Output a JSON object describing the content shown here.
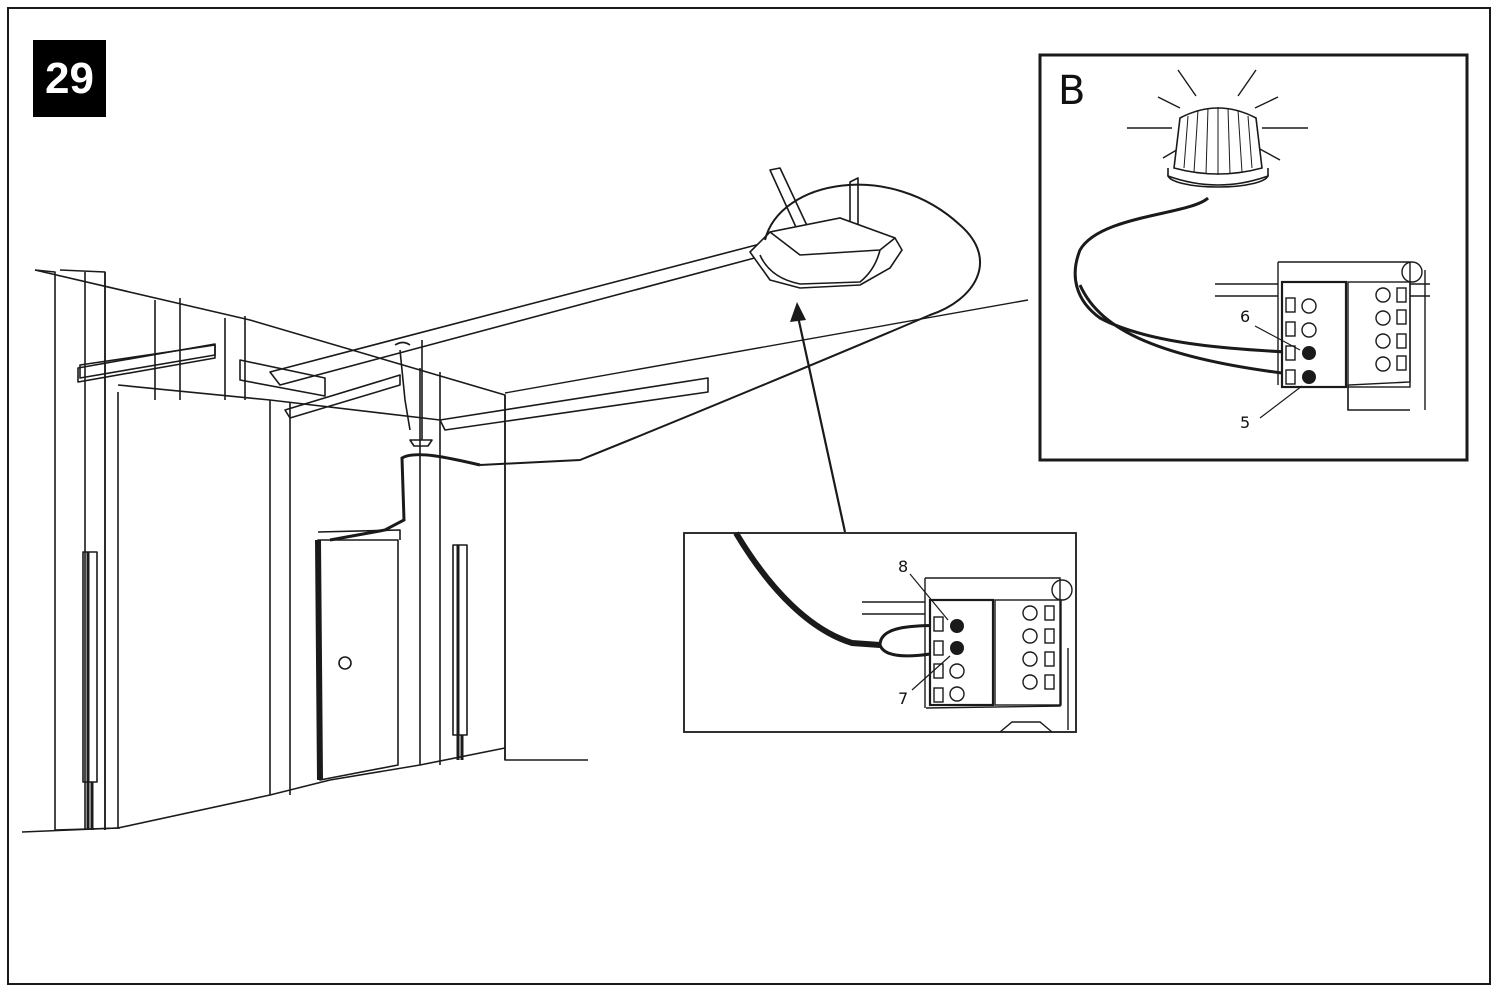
{
  "step": {
    "number": "29"
  },
  "inset_b": {
    "letter": "B",
    "terminal_labels": {
      "upper": "6",
      "lower": "5"
    }
  },
  "inset_main": {
    "terminal_labels": {
      "upper": "8",
      "lower": "7"
    }
  },
  "colors": {
    "line": "#1a1a1a",
    "background": "#ffffff",
    "badge": "#000000"
  }
}
